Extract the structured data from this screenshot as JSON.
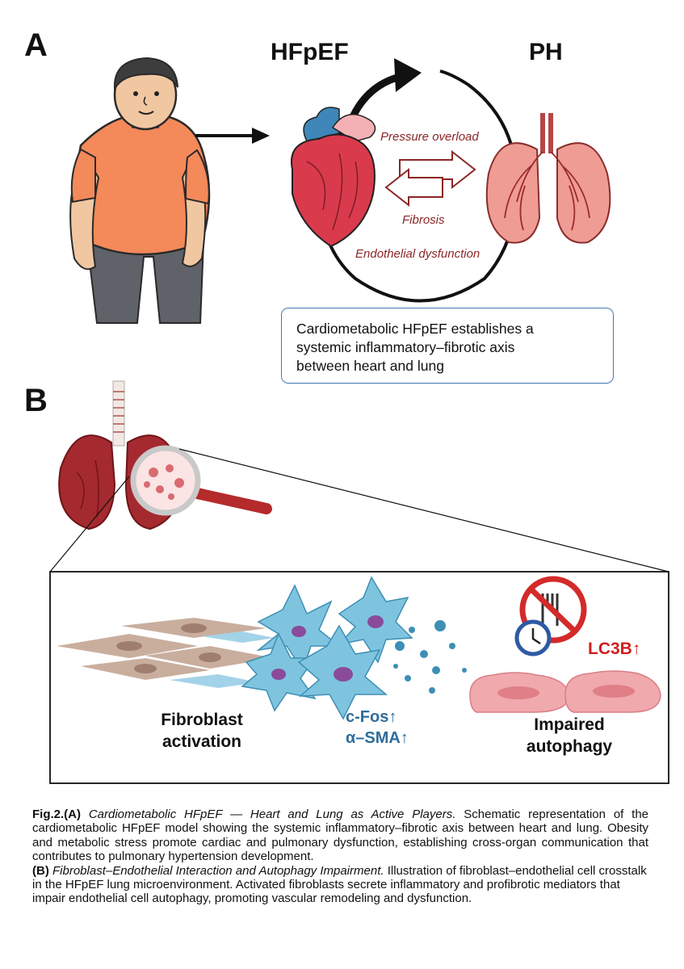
{
  "panel_a": {
    "letter": "A",
    "hfpef_label": "HFpEF",
    "ph_label": "PH",
    "pressure_overload": "Pressure overload",
    "fibrosis": "Fibrosis",
    "endothelial_dysfunction": "Endothelial dysfunction",
    "summary_lines": [
      "Cardiometabolic HFpEF establishes a",
      "systemic inflammatory–fibrotic axis",
      "between heart and lung"
    ]
  },
  "panel_b": {
    "letter": "B",
    "fibroblast_label_1": "Fibroblast",
    "fibroblast_label_2": "activation",
    "marker_1": "c-Fos↑",
    "marker_2": "α–SMA↑",
    "lc3b": "LC3B↑",
    "autophagy_label_1": "Impaired",
    "autophagy_label_2": "autophagy"
  },
  "caption": {
    "a_tag": "Fig.2.(A)",
    "a_title": "Cardiometabolic HFpEF — Heart and Lung as Active Players.",
    "a_text": "Schematic representation of the cardiometabolic HFpEF model showing the systemic inflammatory–fibrotic axis between heart and lung. Obesity and metabolic stress promote cardiac and pulmonary dysfunction, establishing cross-organ communication that contributes to pulmonary hypertension development.",
    "b_tag": "(B)",
    "b_title": "Fibroblast–Endothelial Interaction and Autophagy Impairment.",
    "b_text": "Illustration of fibroblast–endothelial cell crosstalk in the HFpEF lung microenvironment. Activated fibroblasts secrete inflammatory and profibrotic mediators that impair endothelial cell autophagy, promoting vascular remodeling and dysfunction."
  },
  "colors": {
    "shirt": "#f4895a",
    "heart": "#d93a4c",
    "lung": "#ef9c94",
    "lung_dark": "#9a2a2e",
    "fibroblast": "#c9ae9e",
    "activated": "#7fc4df",
    "endothelial": "#f0a9ad",
    "marker_blue": "#2f6d9a",
    "lc3b_red": "#d01f1f"
  }
}
